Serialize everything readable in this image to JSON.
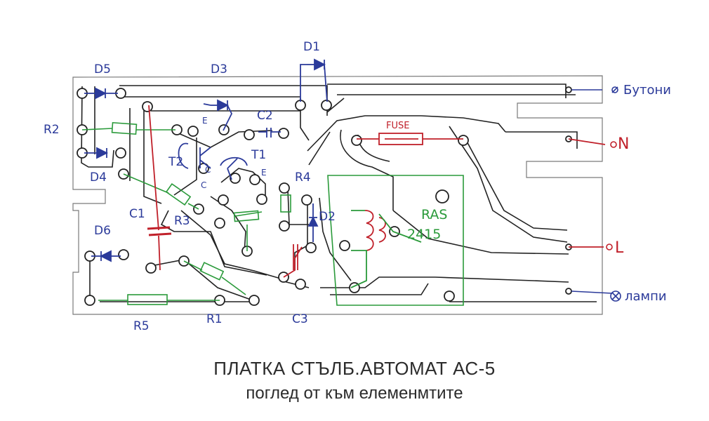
{
  "title": "ПЛАТКА СТЪЛБ.АВТОМАТ АС-5",
  "subtitle": "поглед от към елеменмтите",
  "components": {
    "D1": "D1",
    "D2": "D2",
    "D3": "D3",
    "D4": "D4",
    "D5": "D5",
    "D6": "D6",
    "R1": "R1",
    "R2": "R2",
    "R3": "R3",
    "R4": "R4",
    "R5": "R5",
    "C1": "C1",
    "C2": "C2",
    "C3": "C3",
    "T1": "T1",
    "T2": "T2",
    "relay_line1": "RAS",
    "relay_line2": "2415",
    "fuse": "FUSE",
    "pin_E1": "E",
    "pin_E2": "E",
    "pin_C1": "C",
    "pin_C2": "C"
  },
  "terminals": {
    "buttons": "Бутони",
    "neutral": "N",
    "live": "L",
    "lamps": "лампи"
  },
  "colors": {
    "ink": "#1a1a1a",
    "label_blue": "#2b3a9a",
    "red": "#c0202a",
    "green": "#2a9a3a"
  }
}
